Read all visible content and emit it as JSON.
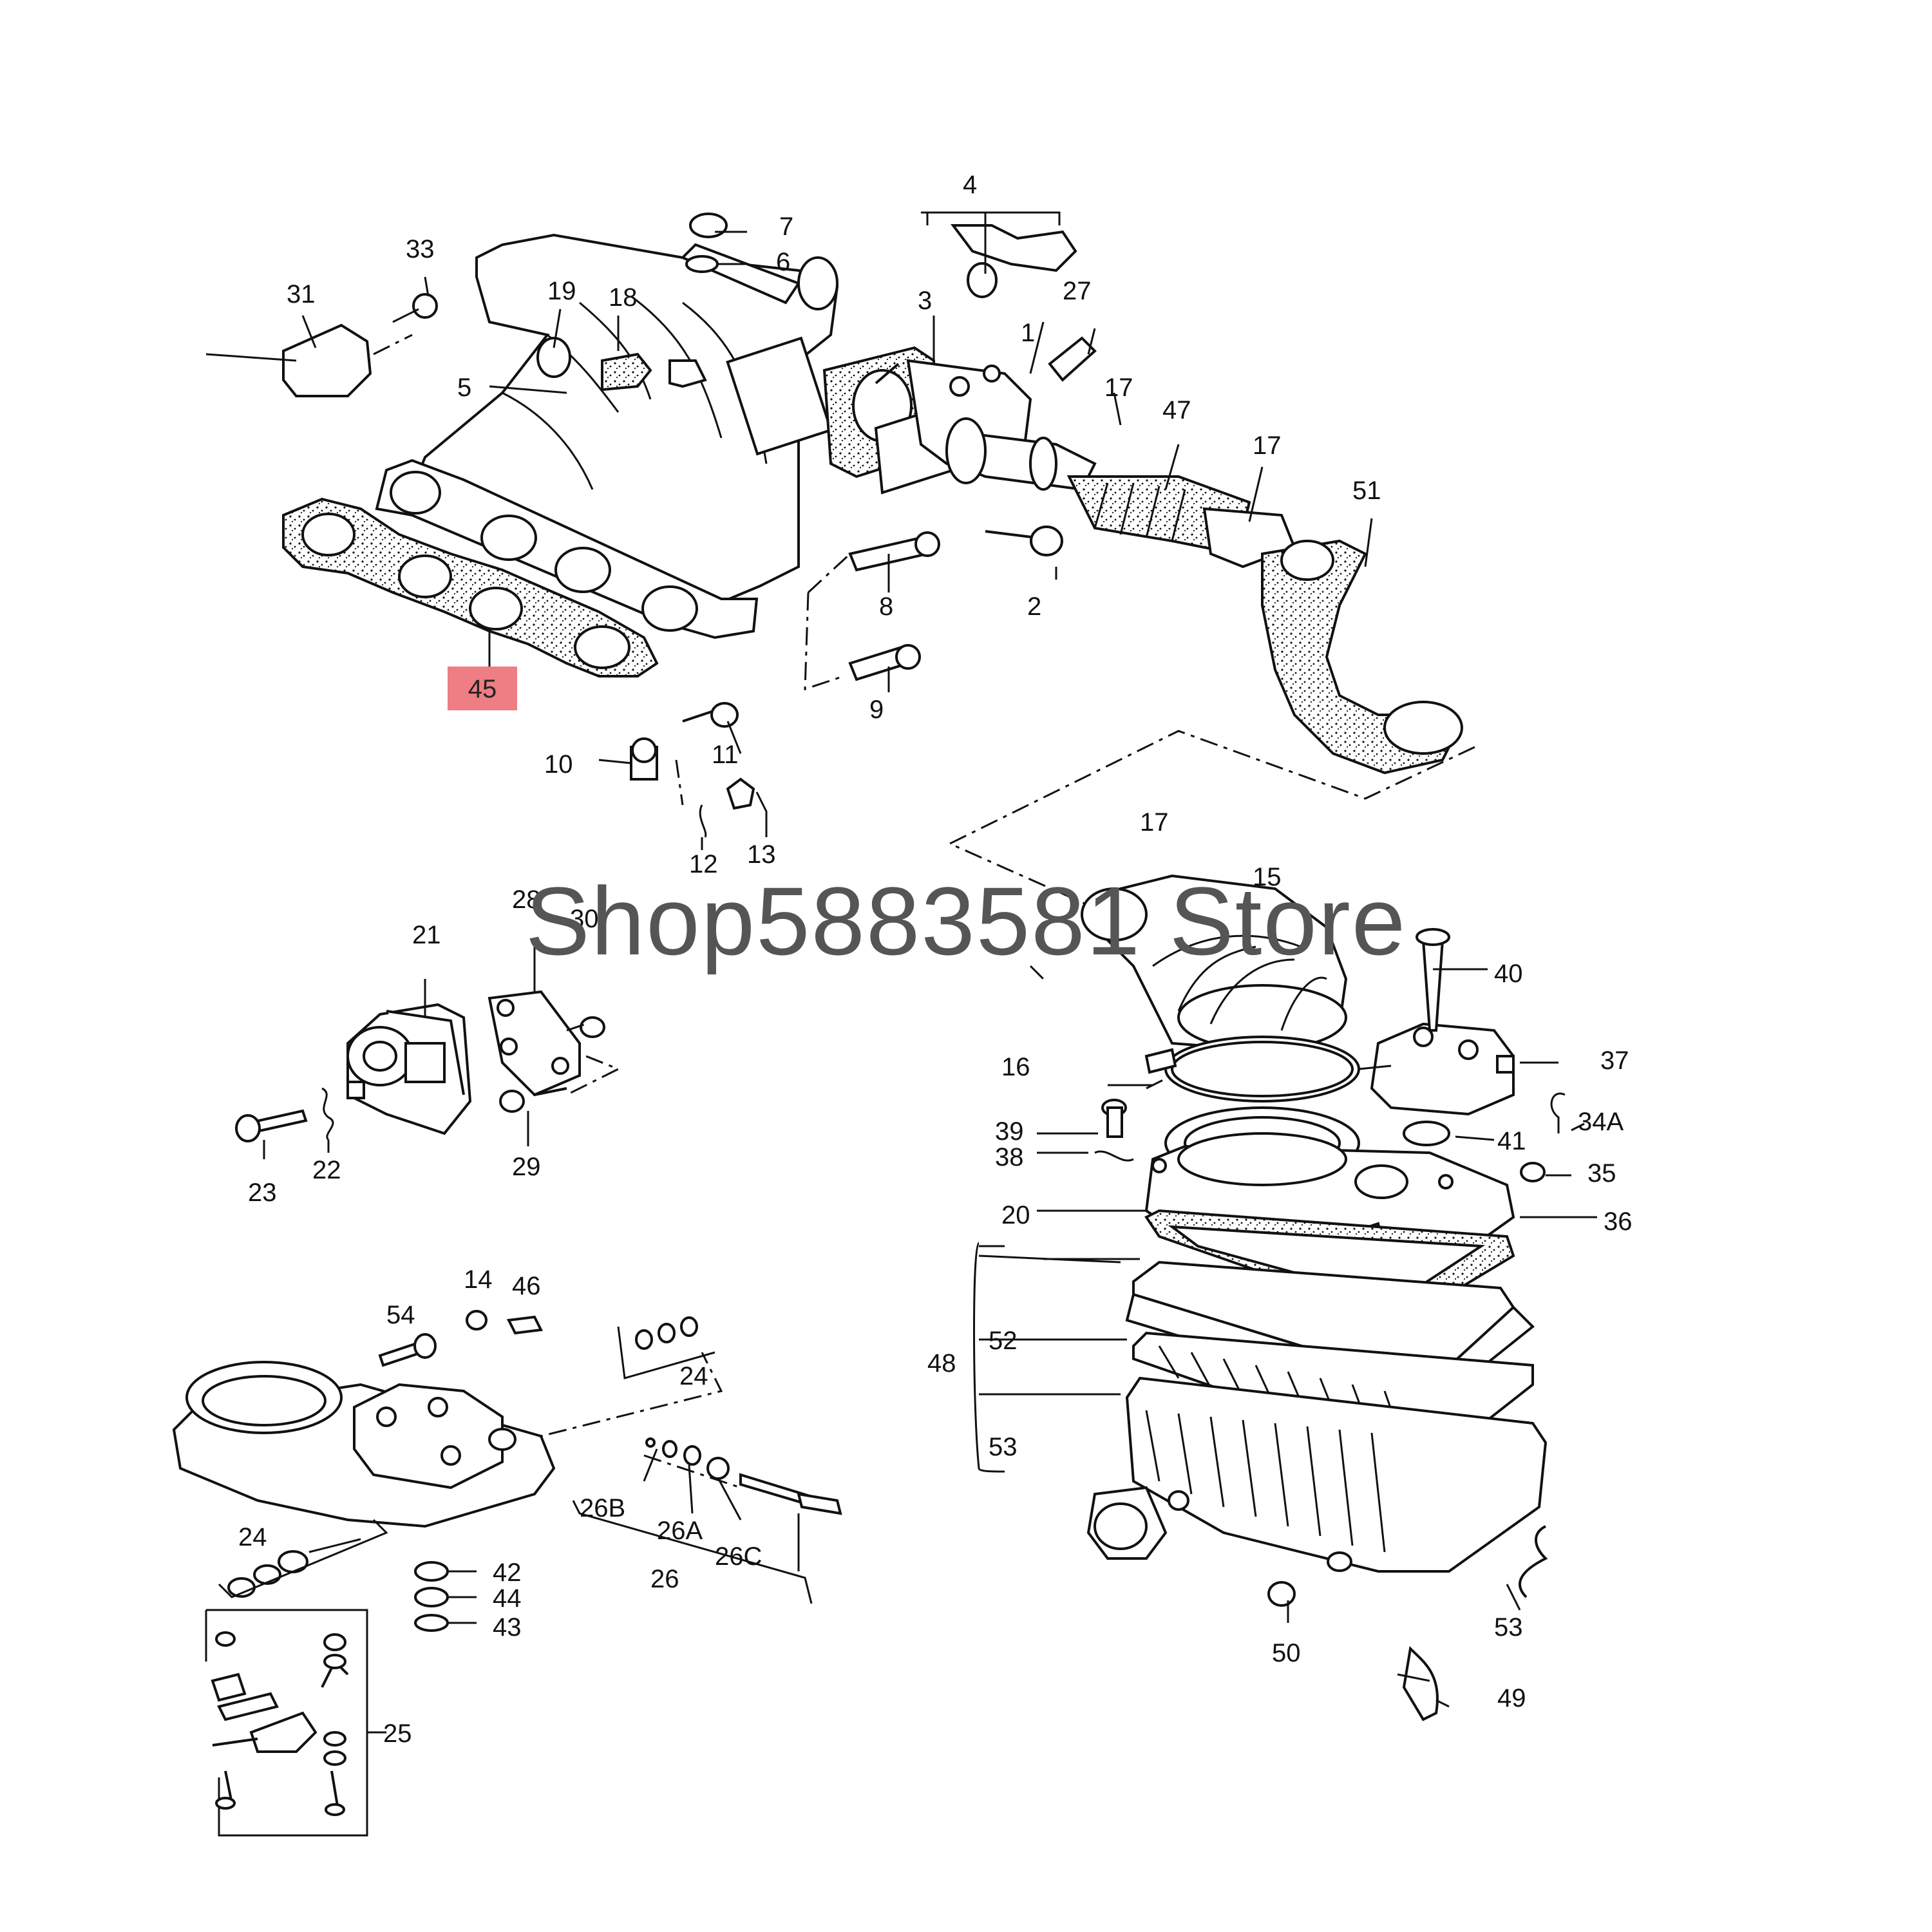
{
  "watermark": "Shop5883581 Store",
  "highlight": {
    "label": "45",
    "color": "#ee7d84"
  },
  "labels": {
    "l1": "1",
    "l2": "2",
    "l3": "3",
    "l4": "4",
    "l5": "5",
    "l6": "6",
    "l7": "7",
    "l8": "8",
    "l9": "9",
    "l10": "10",
    "l11": "11",
    "l12": "12",
    "l13": "13",
    "l14": "14",
    "l15": "15",
    "l16": "16",
    "l17a": "17",
    "l17b": "17",
    "l17c": "17",
    "l18": "18",
    "l19": "19",
    "l20": "20",
    "l21": "21",
    "l22": "22",
    "l23": "23",
    "l24a": "24",
    "l24b": "24",
    "l25": "25",
    "l26": "26",
    "l26A": "26A",
    "l26B": "26B",
    "l26C": "26C",
    "l27": "27",
    "l28": "28",
    "l29": "29",
    "l30": "30",
    "l31": "31",
    "l33": "33",
    "l34A": "34A",
    "l35": "35",
    "l36": "36",
    "l37": "37",
    "l38": "38",
    "l39": "39",
    "l40": "40",
    "l41": "41",
    "l42": "42",
    "l43": "43",
    "l44": "44",
    "l46": "46",
    "l47": "47",
    "l48": "48",
    "l49": "49",
    "l50": "50",
    "l51": "51",
    "l52": "52",
    "l53a": "53",
    "l53b": "53",
    "l54": "54"
  }
}
